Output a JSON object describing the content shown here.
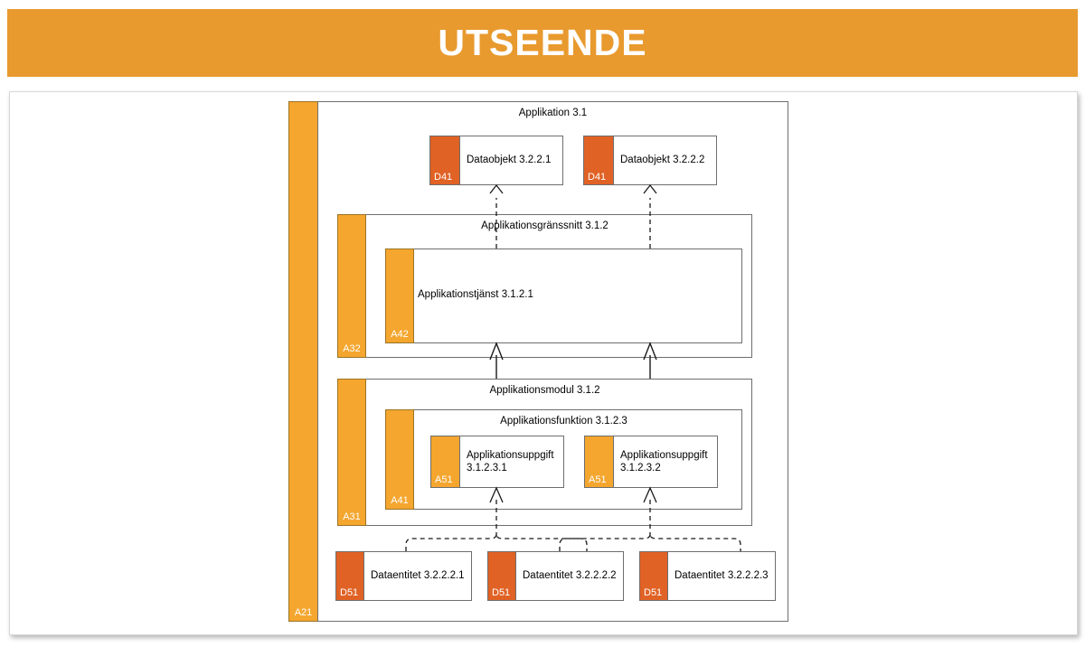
{
  "header": {
    "title": "UTSEENDE",
    "background_color": "#E89A2E",
    "text_color": "#FFFFFF"
  },
  "palette": {
    "banner_orange": "#E89A2E",
    "spine_orange": "#F4A62E",
    "data_orange": "#E06225",
    "outline_grey": "#6E6E6E",
    "card_background": "#FFFFFF"
  },
  "diagram": {
    "type": "archimate-layered-application-diagram",
    "containers": [
      {
        "id": "a21",
        "spine_label": "A21",
        "caption": ""
      },
      {
        "id": "application",
        "spine_label": "",
        "caption": "Applikation 3.1"
      },
      {
        "id": "a32",
        "spine_label": "A32",
        "caption": "Applikationsgränssnitt 3.1.2"
      },
      {
        "id": "a42",
        "spine_label": "A42",
        "caption": "Applikationstjänst 3.1.2.1"
      },
      {
        "id": "a31",
        "spine_label": "A31",
        "caption": "Applikationsmodul 3.1.2"
      },
      {
        "id": "a41",
        "spine_label": "A41",
        "caption": "Applikationsfunktion 3.1.2.3"
      }
    ],
    "data_objects": [
      {
        "tab": "D41",
        "label": "Dataobjekt 3.2.2.1"
      },
      {
        "tab": "D41",
        "label": "Dataobjekt 3.2.2.2"
      }
    ],
    "app_tasks": [
      {
        "tab": "A51",
        "label": "Applikationsuppgift 3.1.2.3.1"
      },
      {
        "tab": "A51",
        "label": "Applikationsuppgift 3.1.2.3.2"
      }
    ],
    "data_entities": [
      {
        "tab": "D51",
        "label": "Dataentitet 3.2.2.2.1"
      },
      {
        "tab": "D51",
        "label": "Dataentitet 3.2.2.2.2"
      },
      {
        "tab": "D51",
        "label": "Dataentitet 3.2.2.2.3"
      }
    ]
  }
}
